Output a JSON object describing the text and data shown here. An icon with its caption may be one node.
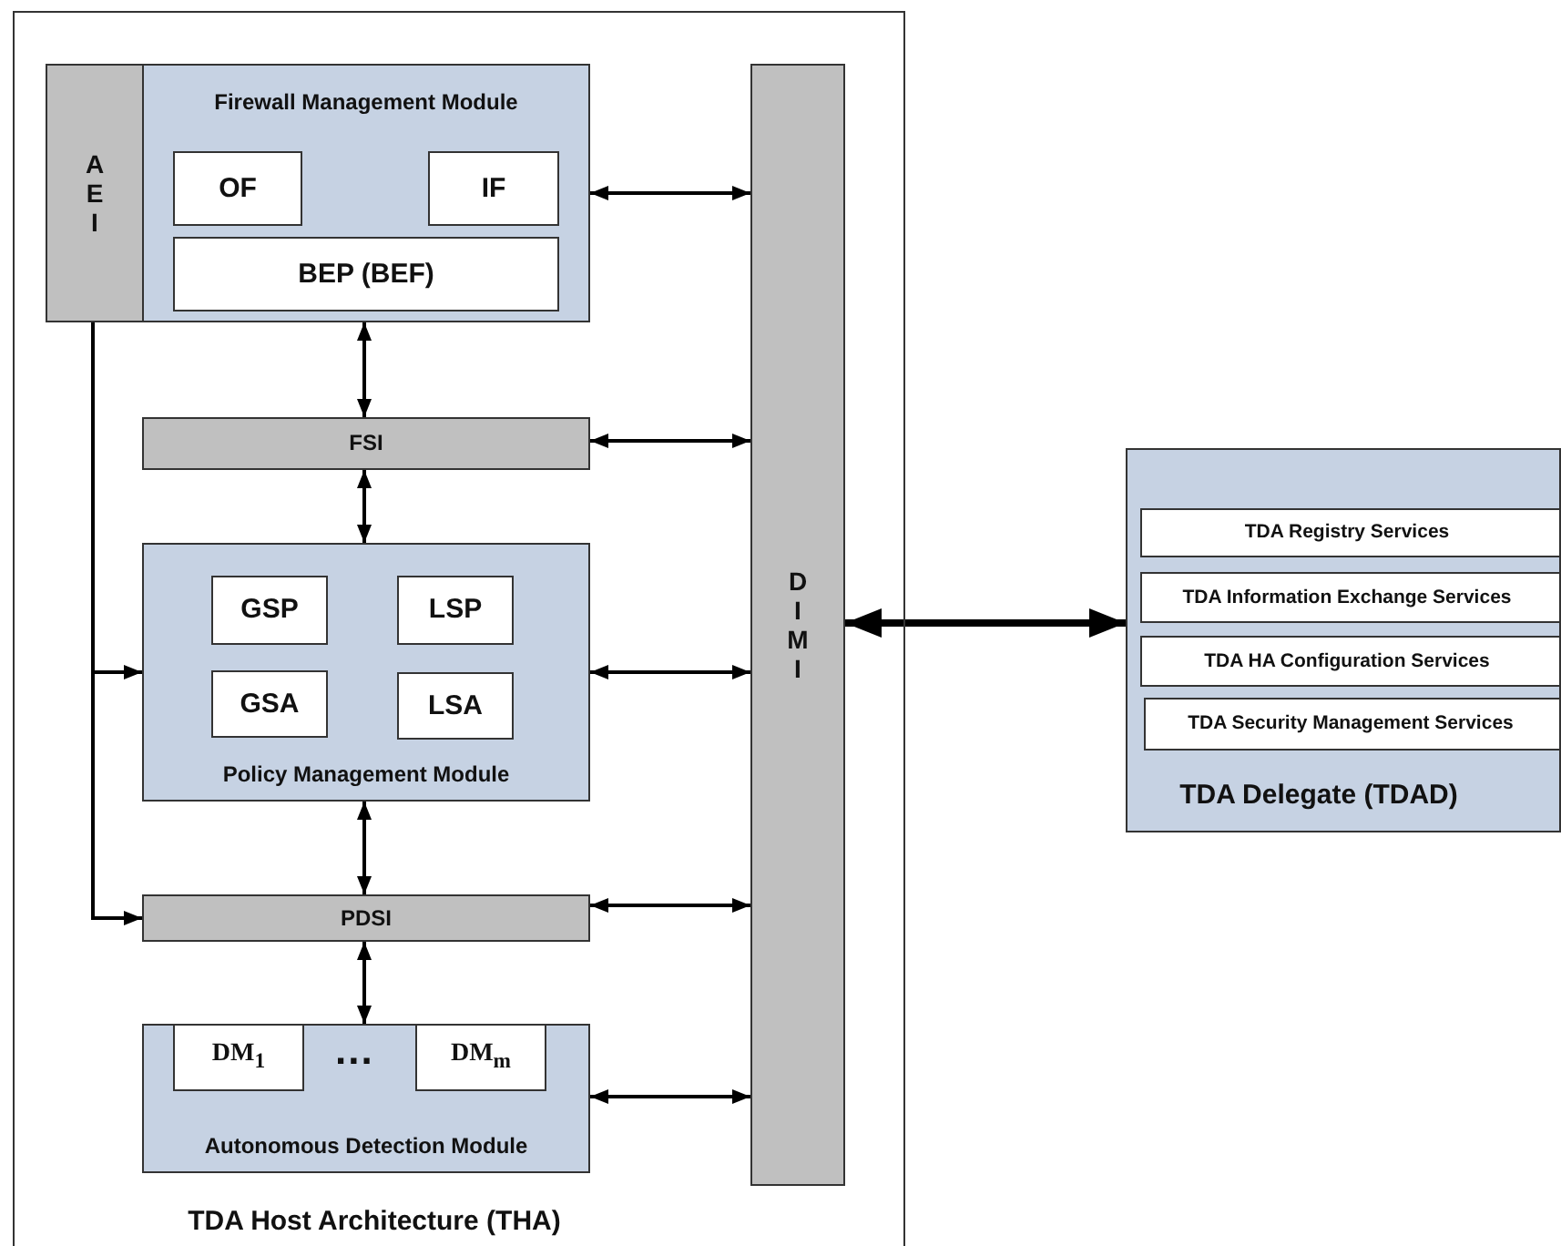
{
  "diagram": {
    "nodes": [
      {
        "text": [
          "TDA Host Architecture (THA)"
        ]
      },
      {
        "text": [
          "A E I"
        ],
        "in": 0
      },
      {
        "text": [
          "Firewall Management Module"
        ],
        "in": 0
      },
      {
        "text": [
          "OF"
        ],
        "in": 2
      },
      {
        "text": [
          "IF"
        ],
        "in": 2
      },
      {
        "text": [
          "BEP (BEF)"
        ],
        "in": 2
      },
      {
        "text": [
          "FSI"
        ],
        "in": 0
      },
      {
        "text": [
          "Policy Management Module"
        ],
        "in": 0
      },
      {
        "text": [
          "GSP"
        ],
        "in": 7
      },
      {
        "text": [
          "LSP"
        ],
        "in": 7
      },
      {
        "text": [
          "GSA"
        ],
        "in": 7
      },
      {
        "text": [
          "LSA"
        ],
        "in": 7
      },
      {
        "text": [
          "PDSI"
        ],
        "in": 0
      },
      {
        "text": [
          "Autonomous Detection Module"
        ],
        "in": 0
      },
      {
        "text": [
          "DM$_{1}$"
        ],
        "in": 13
      },
      {
        "text": [
          "DM$_{m}$"
        ],
        "in": 13
      },
      {
        "text": [
          "D I M I"
        ],
        "in": 0
      },
      {
        "text": [
          "TDA Delegate (TDAD)"
        ]
      },
      {
        "text": [
          "TDA Registry Services"
        ],
        "in": 17
      },
      {
        "text": [
          "TDA Information Exchange Services"
        ],
        "in": 17
      },
      {
        "text": [
          "TDA HA Configuration Services"
        ],
        "in": 17
      },
      {
        "text": [
          "TDA Security Management Services"
        ],
        "in": 17
      }
    ],
    "edges": [
      {
        "from": 2,
        "to": 16,
        "arrow": "both"
      },
      {
        "from": 6,
        "to": 16,
        "arrow": "both"
      },
      {
        "from": 7,
        "to": 16,
        "arrow": "both"
      },
      {
        "from": 12,
        "to": 16,
        "arrow": "both"
      },
      {
        "from": 13,
        "to": 16,
        "arrow": "both"
      },
      {
        "from": 16,
        "to": 17,
        "arrow": "both",
        "style": "thick"
      },
      {
        "from": 2,
        "to": 6,
        "arrow": "both"
      },
      {
        "from": 6,
        "to": 7,
        "arrow": "both"
      },
      {
        "from": 7,
        "to": 12,
        "arrow": "both"
      },
      {
        "from": 12,
        "to": 13,
        "arrow": "both"
      },
      {
        "from": 1,
        "to": 7,
        "arrow": "to"
      },
      {
        "from": 1,
        "to": 12,
        "arrow": "to"
      }
    ],
    "labels": [
      "..."
    ]
  }
}
